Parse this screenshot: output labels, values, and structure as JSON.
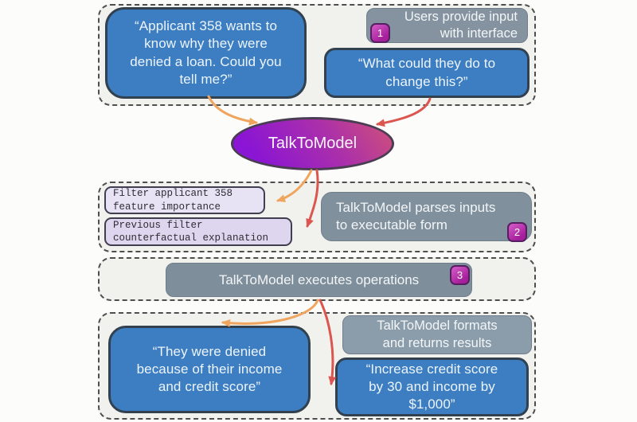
{
  "figure": {
    "stage_input": {
      "user_message_1": "“Applicant 358 wants to\nknow why they were\ndenied a loan. Could you\ntell me?”",
      "step_number": "1",
      "step_label": "Users provide input\nwith interface",
      "user_message_2": "“What could they do to\nchange this?”"
    },
    "model": {
      "name": "TalkToModel"
    },
    "stage_parse": {
      "parsed_query_1": "Filter applicant 358\nfeature importance",
      "parsed_query_2": "Previous filter\ncounterfactual explanation",
      "step_number": "2",
      "step_label": "TalkToModel parses inputs\nto executable form"
    },
    "stage_execute": {
      "step_number": "3",
      "step_label": "TalkToModel executes operations"
    },
    "stage_results": {
      "step_label": "TalkToModel formats\nand returns results",
      "model_response_1": "“They were denied\nbecause of their income\nand credit score”",
      "model_response_2": "“Increase credit score\nby 30 and income by\n$1,000”"
    },
    "colors": {
      "user_bubble_blue": "#3c7ec1",
      "system_box_gray": "#8593a0",
      "code_box_lavender": "#e7e2f4",
      "badge_magenta": "#b32ba4",
      "model_gradient_start": "#8a15d4",
      "model_gradient_end": "#cb4d7f",
      "arrow_orange": "#efa55e",
      "arrow_red": "#dc5650",
      "section_background": "#f1f1ee"
    }
  }
}
